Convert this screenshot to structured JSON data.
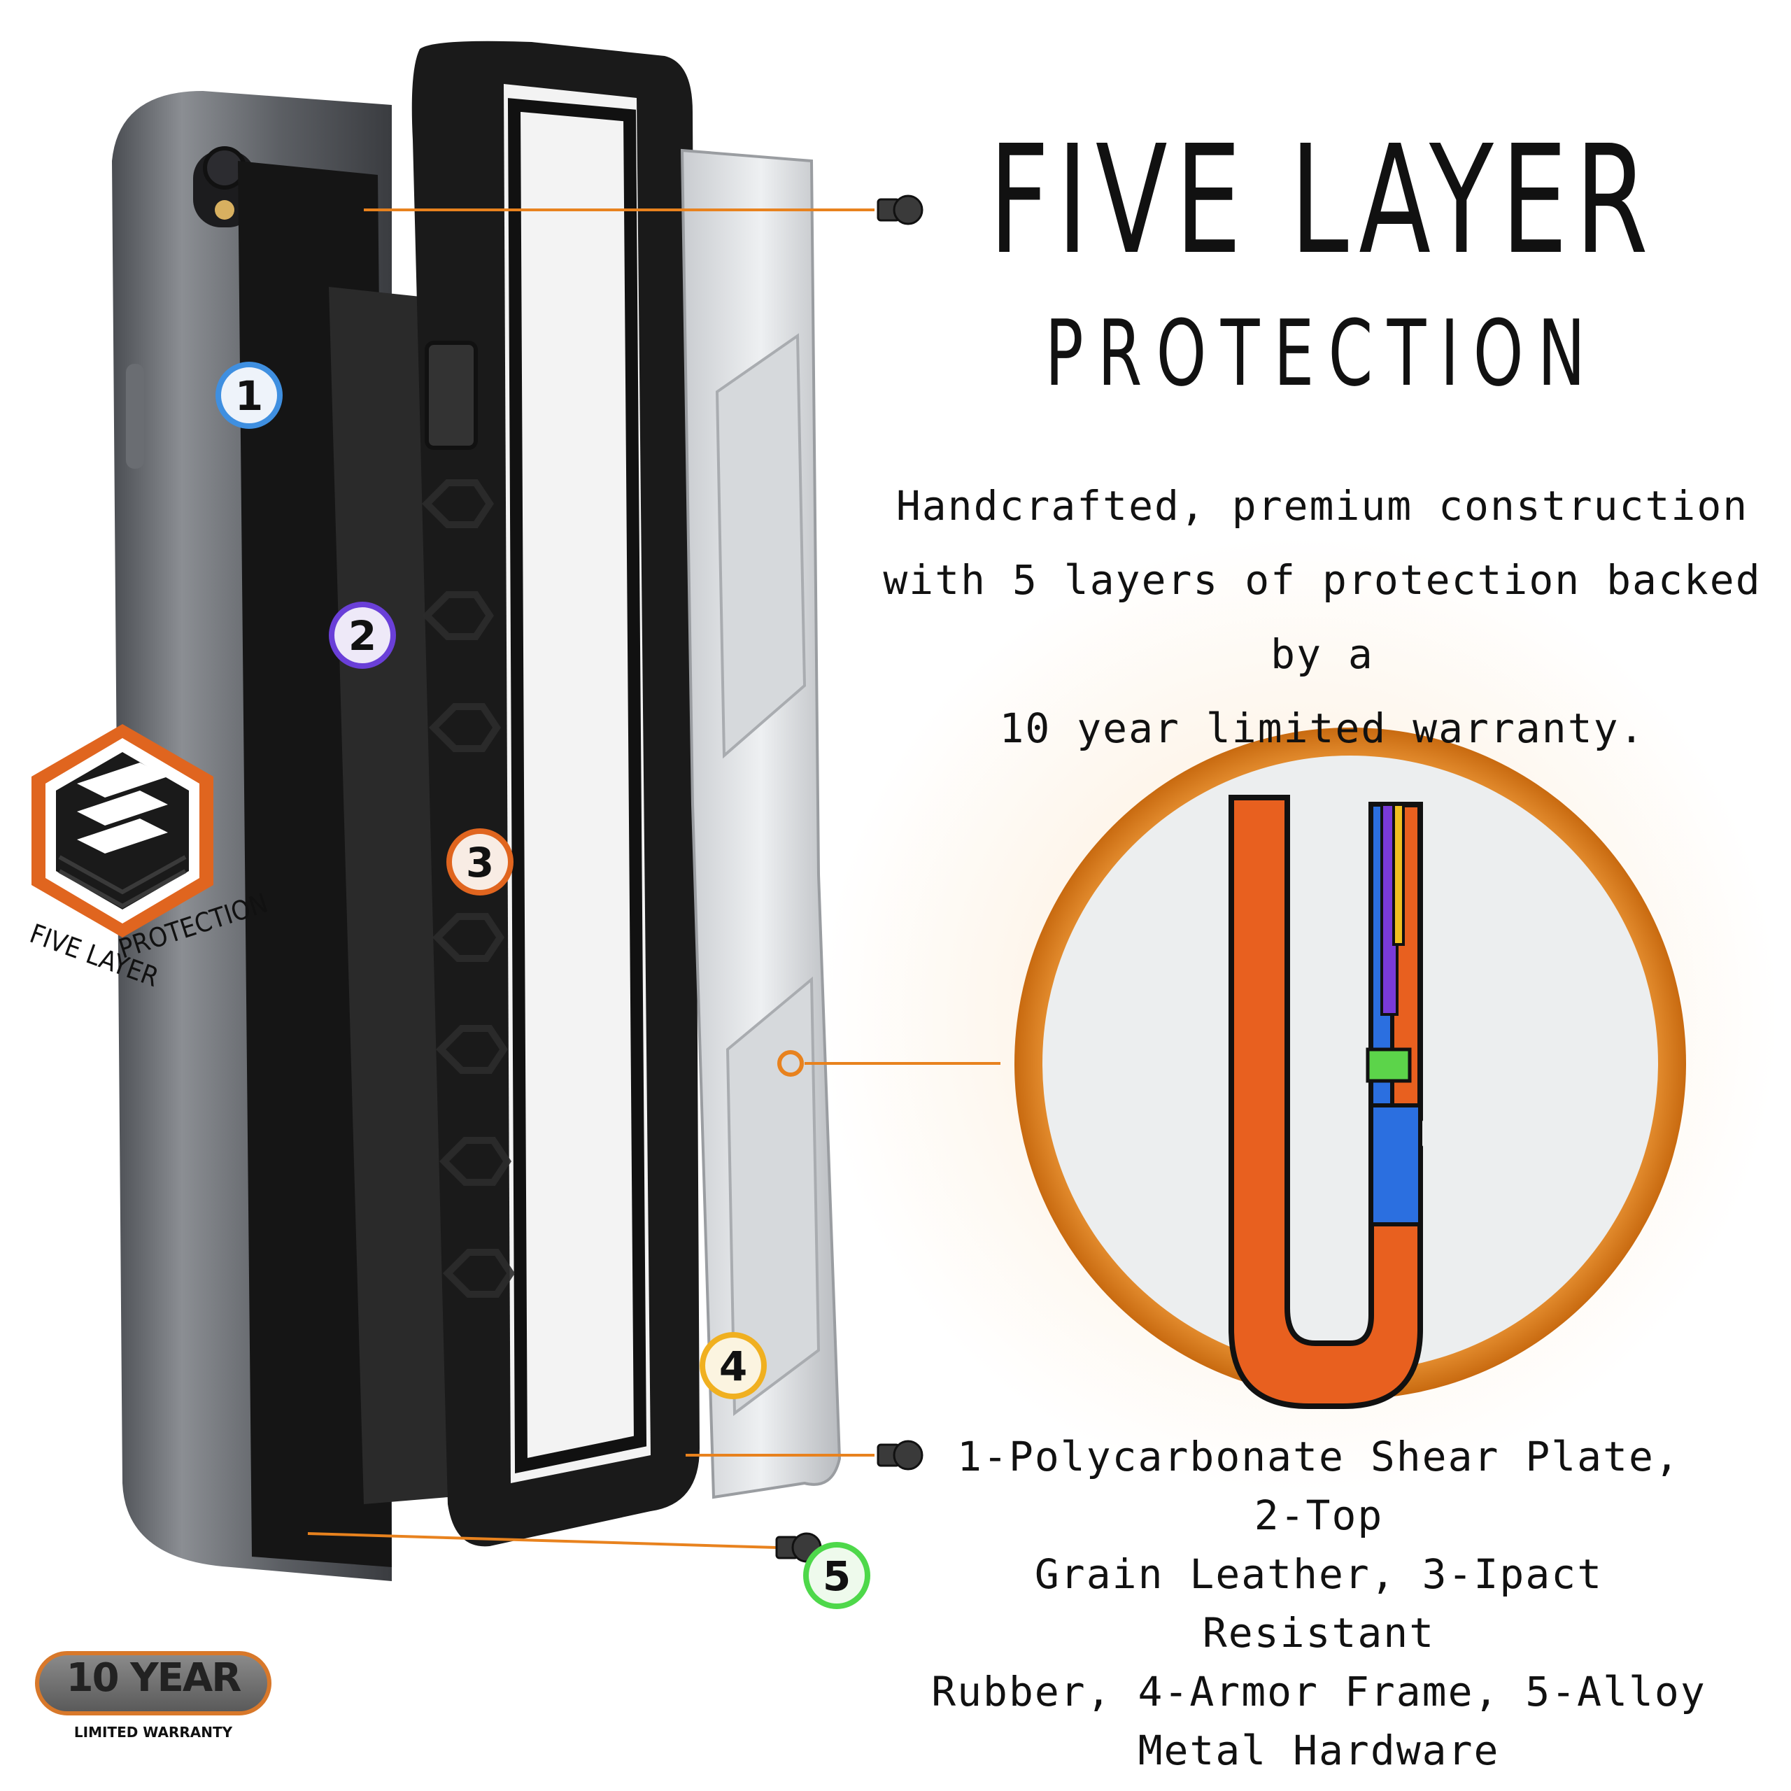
{
  "headline": {
    "line1": "FIVE LAYER",
    "line2": "PROTECTION"
  },
  "intro": {
    "line1": "Handcrafted, premium construction",
    "line2": "with 5 layers of protection backed by a",
    "line3": "10 year limited warranty."
  },
  "layers_text": {
    "line1": "1-Polycarbonate Shear Plate, 2-Top",
    "line2": "Grain Leather, 3-Ipact Resistant",
    "line3": "Rubber, 4-Armor Frame, 5-Alloy",
    "line4": "Metal Hardware"
  },
  "markers": [
    {
      "label": "1",
      "color": "#3f8fe0"
    },
    {
      "label": "2",
      "color": "#6a3fd8"
    },
    {
      "label": "3",
      "color": "#e0651f"
    },
    {
      "label": "4",
      "color": "#f0b020"
    },
    {
      "label": "5",
      "color": "#4ed84a"
    }
  ],
  "badge": {
    "word1": "FIVE LAYER",
    "word2": "PROTECTION",
    "accent": "#e0651f"
  },
  "warranty": {
    "big": "10 YEAR",
    "small": "LIMITED WARRANTY"
  },
  "colors": {
    "accent": "#e8821e",
    "text": "#111111"
  }
}
